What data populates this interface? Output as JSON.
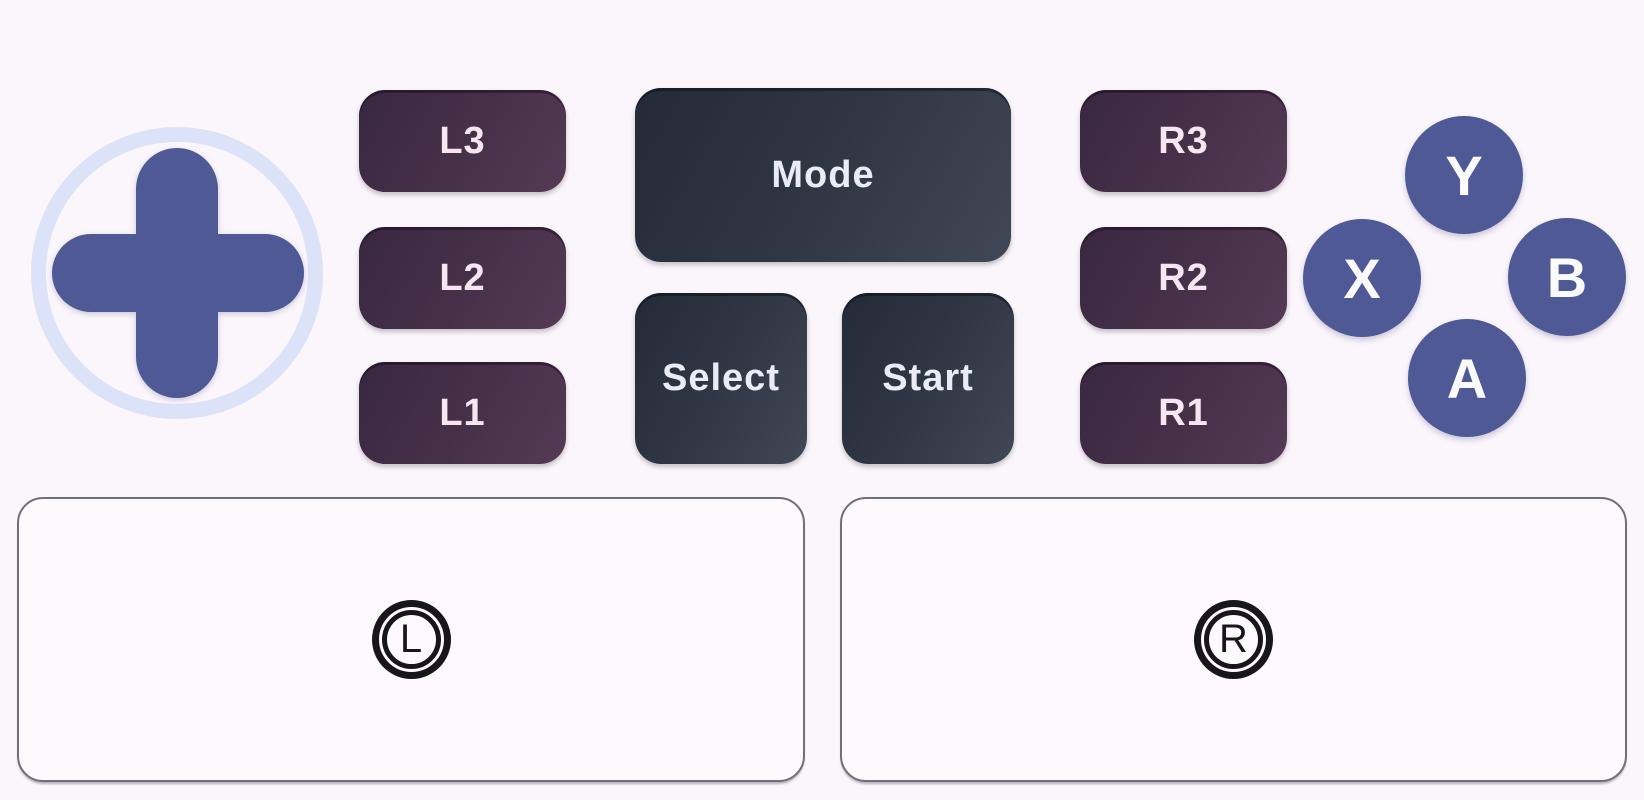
{
  "controller": {
    "dpad_icon": "dpad-cross-icon",
    "left_trigger_buttons": [
      "L3",
      "L2",
      "L1"
    ],
    "menu_buttons": {
      "mode": "Mode",
      "select": "Select",
      "start": "Start"
    },
    "right_trigger_buttons": [
      "R3",
      "R2",
      "R1"
    ],
    "face_buttons": {
      "top": "Y",
      "left": "X",
      "right": "B",
      "bottom": "A"
    },
    "left_stick_glyph": "L",
    "right_stick_glyph": "R"
  },
  "colors": {
    "background": "#fbf6fb",
    "trigger_button_dark": "#392740",
    "trigger_button_light": "#553a54",
    "menu_button_dark": "#242b38",
    "menu_button_light": "#404855",
    "face_button": "#4e5996",
    "dpad": "#4e5996",
    "dpad_ring": "#dce2f8",
    "trigger_label": "#f5e6f2",
    "menu_label": "#e9ecf5",
    "face_label": "#fbfafd",
    "stick_zone_border": "#70707a",
    "stick_glyph": "#17171a"
  }
}
